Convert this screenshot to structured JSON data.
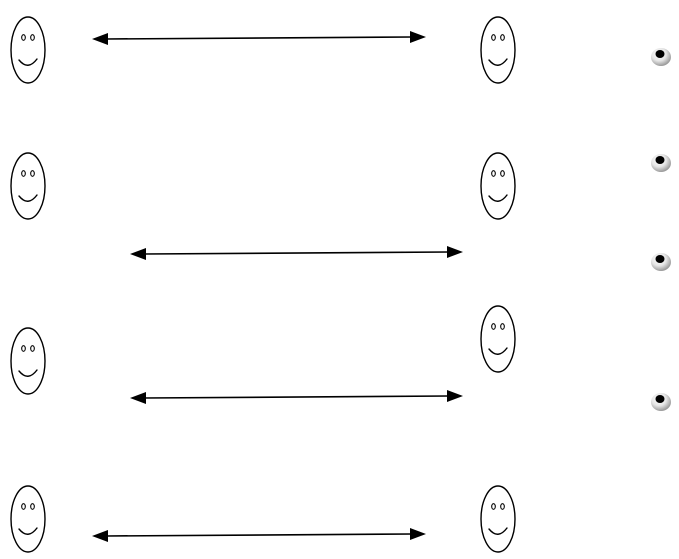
{
  "diagram": {
    "rows": [
      {
        "id": "row-1",
        "left_face": "smiley-face-icon",
        "right_face": "smiley-face-icon",
        "connector": "double-arrow",
        "bullet": true
      },
      {
        "id": "row-2",
        "left_face": "smiley-face-icon",
        "right_face": "smiley-face-icon",
        "connector": "none",
        "bullet": true
      },
      {
        "id": "row-3",
        "left_face": null,
        "right_face": null,
        "connector": "double-arrow",
        "bullet": true
      },
      {
        "id": "row-4",
        "left_face": "smiley-face-icon",
        "right_face": "smiley-face-icon",
        "connector": "none",
        "bullet": false
      },
      {
        "id": "row-5",
        "left_face": null,
        "right_face": null,
        "connector": "double-arrow",
        "bullet": true
      },
      {
        "id": "row-6",
        "left_face": "smiley-face-icon",
        "right_face": "smiley-face-icon",
        "connector": "double-arrow",
        "bullet": false
      }
    ],
    "colors": {
      "stroke": "#000000",
      "background": "#ffffff",
      "bullet_shadow": "#9a9a9a"
    }
  }
}
